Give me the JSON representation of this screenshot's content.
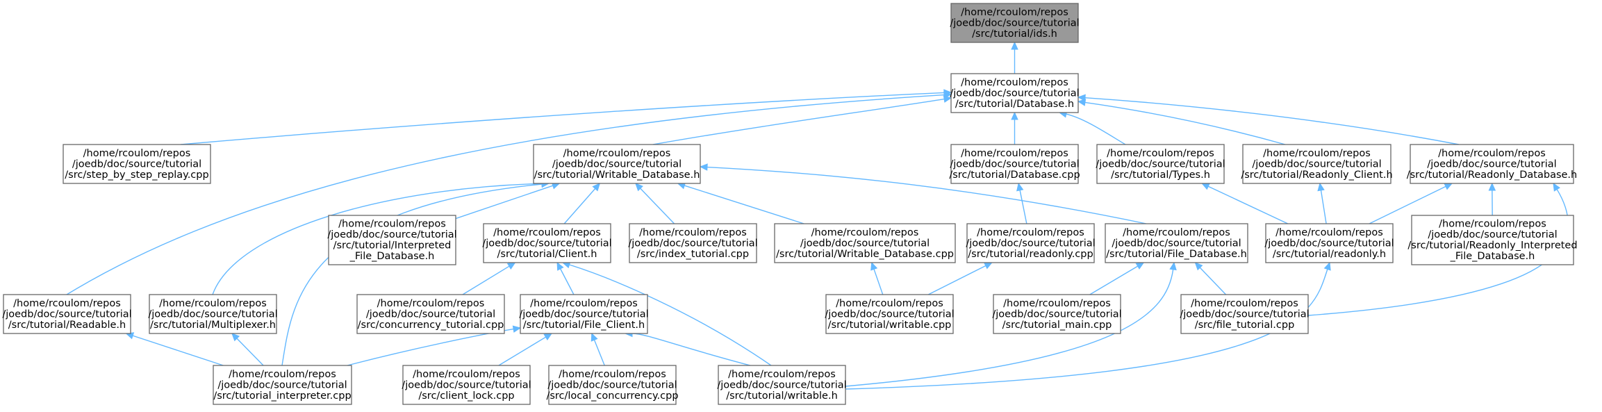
{
  "nodes": [
    {
      "id": "ids_h",
      "lines": [
        "/home/rcoulom/repos",
        "/joedb/doc/source/tutorial",
        "/src/tutorial/ids.h"
      ],
      "highlighted": true
    },
    {
      "id": "database_h",
      "lines": [
        "/home/rcoulom/repos",
        "/joedb/doc/source/tutorial",
        "/src/tutorial/Database.h"
      ]
    },
    {
      "id": "step_by_step_replay_cpp",
      "lines": [
        "/home/rcoulom/repos",
        "/joedb/doc/source/tutorial",
        "/src/step_by_step_replay.cpp"
      ]
    },
    {
      "id": "writable_database_h",
      "lines": [
        "/home/rcoulom/repos",
        "/joedb/doc/source/tutorial",
        "/src/tutorial/Writable_Database.h"
      ]
    },
    {
      "id": "database_cpp",
      "lines": [
        "/home/rcoulom/repos",
        "/joedb/doc/source/tutorial",
        "/src/tutorial/Database.cpp"
      ]
    },
    {
      "id": "types_h",
      "lines": [
        "/home/rcoulom/repos",
        "/joedb/doc/source/tutorial",
        "/src/tutorial/Types.h"
      ]
    },
    {
      "id": "readonly_client_h",
      "lines": [
        "/home/rcoulom/repos",
        "/joedb/doc/source/tutorial",
        "/src/tutorial/Readonly_Client.h"
      ]
    },
    {
      "id": "readonly_database_h",
      "lines": [
        "/home/rcoulom/repos",
        "/joedb/doc/source/tutorial",
        "/src/tutorial/Readonly_Database.h"
      ]
    },
    {
      "id": "interpreted_file_database_h",
      "lines": [
        "/home/rcoulom/repos",
        "/joedb/doc/source/tutorial",
        "/src/tutorial/Interpreted",
        "_File_Database.h"
      ]
    },
    {
      "id": "client_h",
      "lines": [
        "/home/rcoulom/repos",
        "/joedb/doc/source/tutorial",
        "/src/tutorial/Client.h"
      ]
    },
    {
      "id": "index_tutorial_cpp",
      "lines": [
        "/home/rcoulom/repos",
        "/joedb/doc/source/tutorial",
        "/src/index_tutorial.cpp"
      ]
    },
    {
      "id": "writable_database_cpp",
      "lines": [
        "/home/rcoulom/repos",
        "/joedb/doc/source/tutorial",
        "/src/tutorial/Writable_Database.cpp"
      ]
    },
    {
      "id": "readonly_cpp",
      "lines": [
        "/home/rcoulom/repos",
        "/joedb/doc/source/tutorial",
        "/src/tutorial/readonly.cpp"
      ]
    },
    {
      "id": "file_database_h",
      "lines": [
        "/home/rcoulom/repos",
        "/joedb/doc/source/tutorial",
        "/src/tutorial/File_Database.h"
      ]
    },
    {
      "id": "readonly_h",
      "lines": [
        "/home/rcoulom/repos",
        "/joedb/doc/source/tutorial",
        "/src/tutorial/readonly.h"
      ]
    },
    {
      "id": "readonly_interpreted_file_database_h",
      "lines": [
        "/home/rcoulom/repos",
        "/joedb/doc/source/tutorial",
        "/src/tutorial/Readonly_Interpreted",
        "_File_Database.h"
      ]
    },
    {
      "id": "readable_h",
      "lines": [
        "/home/rcoulom/repos",
        "/joedb/doc/source/tutorial",
        "/src/tutorial/Readable.h"
      ]
    },
    {
      "id": "multiplexer_h",
      "lines": [
        "/home/rcoulom/repos",
        "/joedb/doc/source/tutorial",
        "/src/tutorial/Multiplexer.h"
      ]
    },
    {
      "id": "concurrency_tutorial_cpp",
      "lines": [
        "/home/rcoulom/repos",
        "/joedb/doc/source/tutorial",
        "/src/concurrency_tutorial.cpp"
      ]
    },
    {
      "id": "file_client_h",
      "lines": [
        "/home/rcoulom/repos",
        "/joedb/doc/source/tutorial",
        "/src/tutorial/File_Client.h"
      ]
    },
    {
      "id": "writable_cpp",
      "lines": [
        "/home/rcoulom/repos",
        "/joedb/doc/source/tutorial",
        "/src/tutorial/writable.cpp"
      ]
    },
    {
      "id": "tutorial_main_cpp",
      "lines": [
        "/home/rcoulom/repos",
        "/joedb/doc/source/tutorial",
        "/src/tutorial_main.cpp"
      ]
    },
    {
      "id": "file_tutorial_cpp",
      "lines": [
        "/home/rcoulom/repos",
        "/joedb/doc/source/tutorial",
        "/src/file_tutorial.cpp"
      ]
    },
    {
      "id": "tutorial_interpreter_cpp",
      "lines": [
        "/home/rcoulom/repos",
        "/joedb/doc/source/tutorial",
        "/src/tutorial_interpreter.cpp"
      ]
    },
    {
      "id": "client_lock_cpp",
      "lines": [
        "/home/rcoulom/repos",
        "/joedb/doc/source/tutorial",
        "/src/client_lock.cpp"
      ]
    },
    {
      "id": "local_concurrency_cpp",
      "lines": [
        "/home/rcoulom/repos",
        "/joedb/doc/source/tutorial",
        "/src/local_concurrency.cpp"
      ]
    },
    {
      "id": "writable_h",
      "lines": [
        "/home/rcoulom/repos",
        "/joedb/doc/source/tutorial",
        "/src/tutorial/writable.h"
      ]
    }
  ],
  "edges": [
    {
      "from": "database_h",
      "to": "ids_h"
    },
    {
      "from": "step_by_step_replay_cpp",
      "to": "database_h"
    },
    {
      "from": "writable_database_h",
      "to": "database_h"
    },
    {
      "from": "readable_h",
      "to": "database_h"
    },
    {
      "from": "database_cpp",
      "to": "database_h"
    },
    {
      "from": "types_h",
      "to": "database_h"
    },
    {
      "from": "readonly_client_h",
      "to": "database_h"
    },
    {
      "from": "readonly_database_h",
      "to": "database_h"
    },
    {
      "from": "interpreted_file_database_h",
      "to": "writable_database_h"
    },
    {
      "from": "client_h",
      "to": "writable_database_h"
    },
    {
      "from": "index_tutorial_cpp",
      "to": "writable_database_h"
    },
    {
      "from": "writable_database_cpp",
      "to": "writable_database_h"
    },
    {
      "from": "file_database_h",
      "to": "writable_database_h"
    },
    {
      "from": "multiplexer_h",
      "to": "writable_database_h"
    },
    {
      "from": "tutorial_interpreter_cpp",
      "to": "writable_database_h"
    },
    {
      "from": "readonly_cpp",
      "to": "database_cpp"
    },
    {
      "from": "readonly_h",
      "to": "types_h"
    },
    {
      "from": "readonly_h",
      "to": "readonly_client_h"
    },
    {
      "from": "readonly_h",
      "to": "readonly_database_h"
    },
    {
      "from": "readonly_interpreted_file_database_h",
      "to": "readonly_database_h"
    },
    {
      "from": "file_tutorial_cpp",
      "to": "readonly_database_h"
    },
    {
      "from": "concurrency_tutorial_cpp",
      "to": "client_h"
    },
    {
      "from": "file_client_h",
      "to": "client_h"
    },
    {
      "from": "writable_h",
      "to": "client_h"
    },
    {
      "from": "writable_cpp",
      "to": "writable_database_cpp"
    },
    {
      "from": "writable_cpp",
      "to": "readonly_cpp"
    },
    {
      "from": "tutorial_main_cpp",
      "to": "file_database_h"
    },
    {
      "from": "file_tutorial_cpp",
      "to": "file_database_h"
    },
    {
      "from": "writable_h",
      "to": "file_database_h"
    },
    {
      "from": "writable_h",
      "to": "readonly_h"
    },
    {
      "from": "tutorial_interpreter_cpp",
      "to": "readable_h"
    },
    {
      "from": "tutorial_interpreter_cpp",
      "to": "multiplexer_h"
    },
    {
      "from": "tutorial_interpreter_cpp",
      "to": "file_client_h"
    },
    {
      "from": "client_lock_cpp",
      "to": "file_client_h"
    },
    {
      "from": "local_concurrency_cpp",
      "to": "file_client_h"
    },
    {
      "from": "writable_h",
      "to": "file_client_h"
    }
  ]
}
